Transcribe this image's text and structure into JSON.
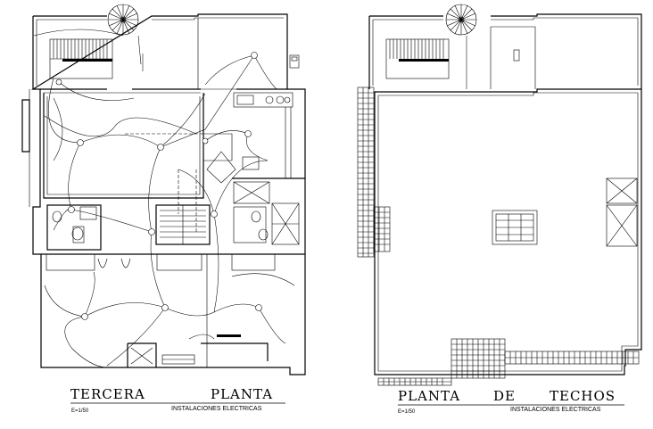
{
  "left_plan": {
    "title_word1": "TERCERA",
    "title_word2": "PLANTA",
    "scale": "E=1/50",
    "subtitle": "INSTALACIONES ELECTRICAS"
  },
  "right_plan": {
    "title_word1": "PLANTA",
    "title_word2": "DE",
    "title_word3": "TECHOS",
    "scale": "E=1/50",
    "subtitle": "INSTALACIONES ELECTRICAS"
  }
}
